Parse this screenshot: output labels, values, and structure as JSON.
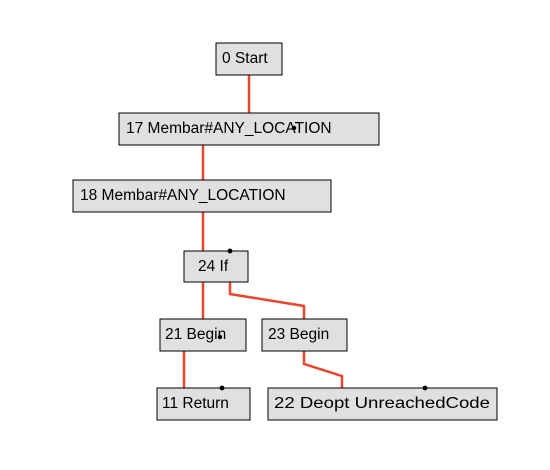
{
  "graph": {
    "nodes": [
      {
        "id": "n0",
        "label": "0 Start"
      },
      {
        "id": "n17",
        "label": "17 Membar#ANY_LOCATION"
      },
      {
        "id": "n18",
        "label": "18 Membar#ANY_LOCATION"
      },
      {
        "id": "n24",
        "label": "24 If"
      },
      {
        "id": "n21",
        "label": "21 Begin"
      },
      {
        "id": "n23",
        "label": "23 Begin"
      },
      {
        "id": "n11",
        "label": "11 Return"
      },
      {
        "id": "n22",
        "label": "22 Deopt UnreachedCode"
      }
    ],
    "edges": [
      {
        "from": "n0",
        "to": "n17"
      },
      {
        "from": "n17",
        "to": "n18"
      },
      {
        "from": "n18",
        "to": "n24"
      },
      {
        "from": "n24",
        "to": "n21"
      },
      {
        "from": "n24",
        "to": "n23"
      },
      {
        "from": "n21",
        "to": "n11"
      },
      {
        "from": "n23",
        "to": "n22"
      }
    ],
    "colors": {
      "edge": "#e8472d",
      "node_fill": "#e0e0e0",
      "node_border": "#000000"
    }
  }
}
